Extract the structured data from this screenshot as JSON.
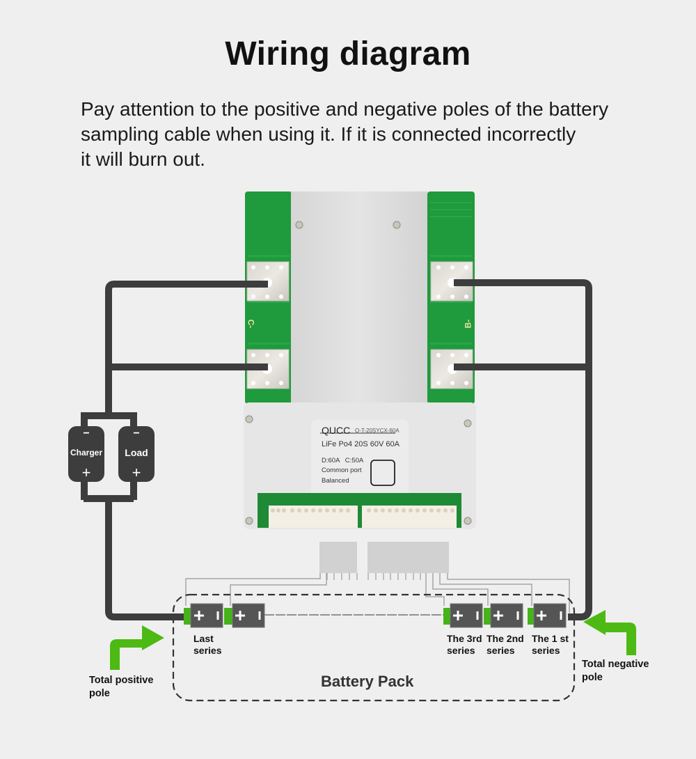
{
  "header": {
    "title": "Wiring diagram",
    "description_lines": [
      "Pay attention to the positive and negative poles of the battery",
      "sampling cable when using it. If it is connected incorrectly",
      "it will burn out."
    ]
  },
  "bms_board": {
    "pcb_label_left": "C-",
    "pcb_label_right": "B-",
    "nameplate": {
      "brand": "QUCC",
      "model": "Q-T-20SYCX-60A",
      "spec": "LiFe Po4 20S 60V 60A",
      "rating": "D:60A   C:50A",
      "port": "Common port",
      "balance": "Balanced"
    }
  },
  "external_devices": [
    {
      "label": "Charger",
      "top_symbol": "−",
      "bottom_symbol": "+"
    },
    {
      "label": "Load",
      "top_symbol": "−",
      "bottom_symbol": "+"
    }
  ],
  "battery_pack": {
    "label": "Battery Pack",
    "cells": [
      {
        "label_line1": "Last",
        "label_line2": "series"
      },
      {
        "label_line1": "",
        "label_line2": ""
      },
      {
        "label_line1": "The 3rd",
        "label_line2": "series"
      },
      {
        "label_line1": "The 2nd",
        "label_line2": "series"
      },
      {
        "label_line1": "The 1 st",
        "label_line2": "series"
      }
    ],
    "cell_positive_symbol": "+",
    "cell_negative_symbol": "−"
  },
  "annotations": {
    "total_positive": [
      "Total positive",
      "pole"
    ],
    "total_negative": [
      "Total negative",
      "pole"
    ]
  },
  "colors": {
    "wire": "#3d3d3d",
    "pcb_green": "#1f9a3c",
    "terminal_green": "#46b31a",
    "arrow_green": "#4cba12",
    "cell_gray": "#555555",
    "background": "#efefef"
  }
}
